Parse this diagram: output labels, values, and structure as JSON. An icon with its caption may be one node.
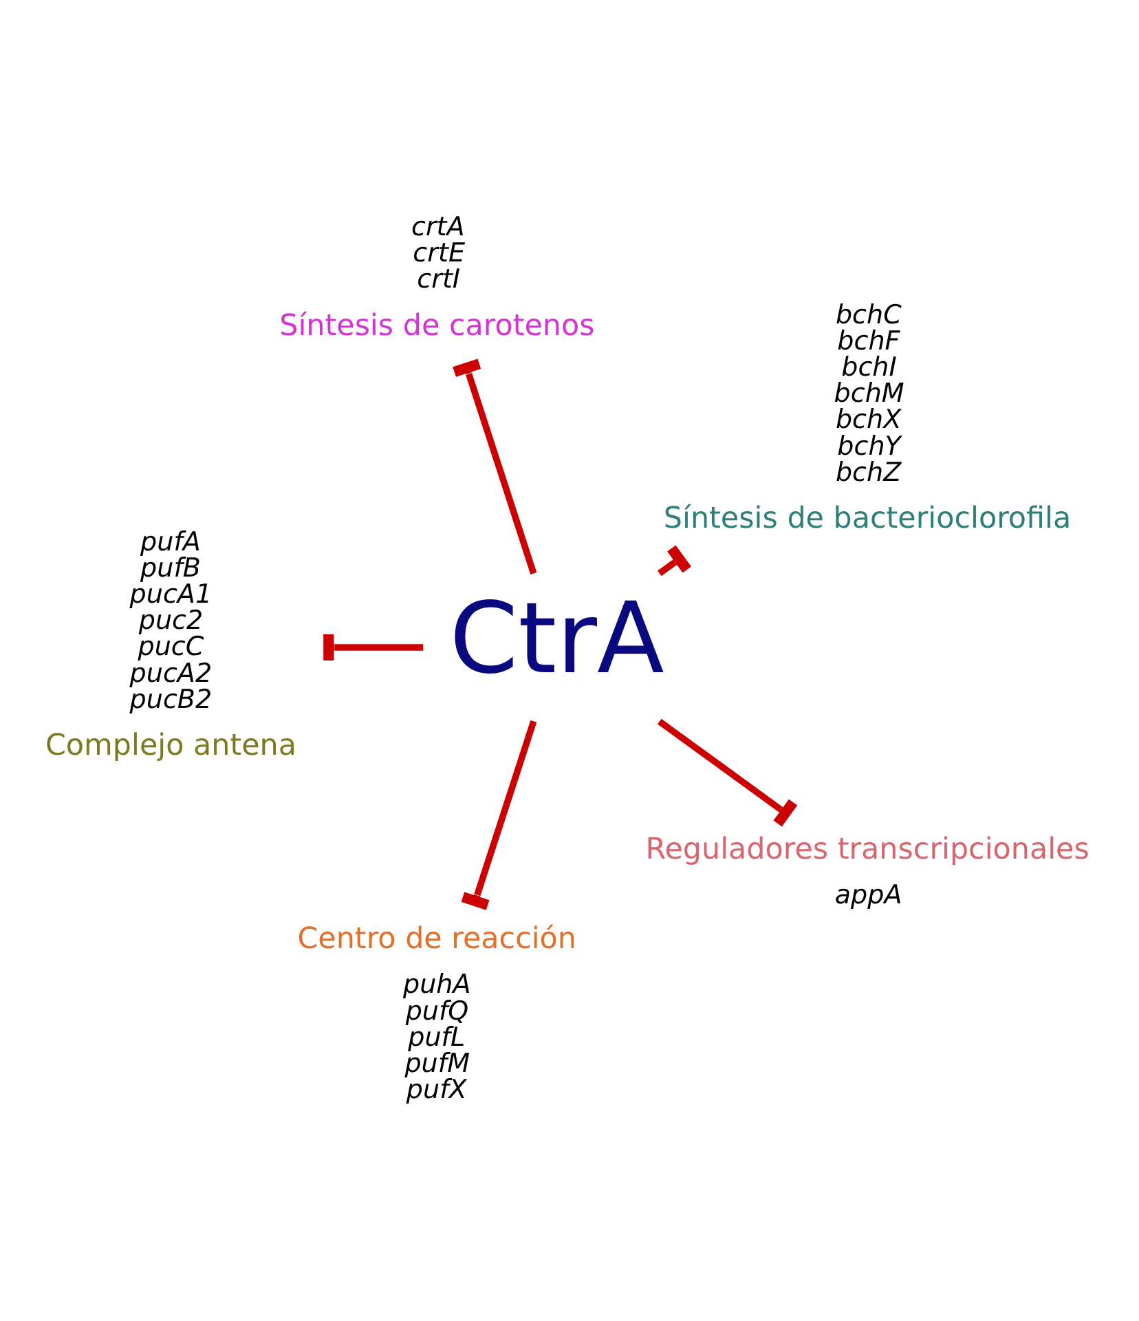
{
  "diagram": {
    "nodes": [
      {
        "text": [
          "Síntesis de bacterioclorofila"
        ],
        "beside": [
          "bchC",
          "bchF",
          "bchI",
          "bchM",
          "bchX",
          "bchY",
          "bchZ"
        ]
      },
      {
        "text": [
          "Síntesis de carotenos"
        ],
        "beside": [
          "crtA",
          "crtE",
          "crtI"
        ]
      },
      {
        "text": [
          "Complejo antena"
        ],
        "beside": [
          "pufA",
          "pufB",
          "pucA1",
          "puc2",
          "pucC",
          "pucA2",
          "pucB2"
        ]
      },
      {
        "text": [
          "CtrA"
        ]
      },
      {
        "text": [
          "Centro de reacción"
        ],
        "beside": [
          "puhA",
          "pufQ",
          "pufL",
          "pufM",
          "pufX"
        ]
      },
      {
        "text": [
          "Reguladores transcripcionales"
        ],
        "beside": [
          "appA"
        ]
      }
    ],
    "edges": [
      {
        "from": 3,
        "to": 0,
        "arrow": "other"
      },
      {
        "from": 3,
        "to": 1,
        "arrow": "other"
      },
      {
        "from": 3,
        "to": 2,
        "arrow": "other"
      },
      {
        "from": 3,
        "to": 4,
        "arrow": "other"
      },
      {
        "from": 3,
        "to": 5,
        "arrow": "other"
      }
    ]
  }
}
